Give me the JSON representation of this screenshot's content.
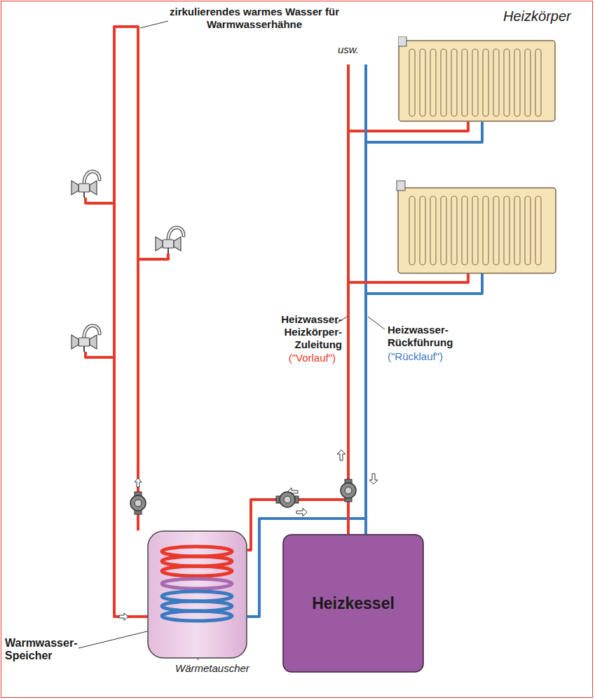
{
  "diagram": {
    "nodes": [
      {
        "text": [
          "Heizkörper"
        ]
      },
      {
        "text": [
          "Warmwasser-Speicher"
        ]
      },
      {
        "text": [
          "Heizkessel"
        ]
      }
    ],
    "edges": [
      {
        "from": 2,
        "to": 1,
        "arrow": "to"
      },
      {
        "from": 1,
        "to": 2,
        "arrow": "to"
      },
      {
        "from": 2,
        "to": 0,
        "arrow": "to"
      },
      {
        "from": 0,
        "to": 2,
        "arrow": "to"
      }
    ],
    "labels": [
      "zirkulierendes warmes Wasser für Warmwasserhähne",
      "usw.",
      "Heizwasser-Heizkörper-Zuleitung",
      "(\"Vorlauf\")",
      "Heizwasser-Rückführung",
      "(\"Rücklauf\")",
      "Wärmetauscher"
    ]
  }
}
